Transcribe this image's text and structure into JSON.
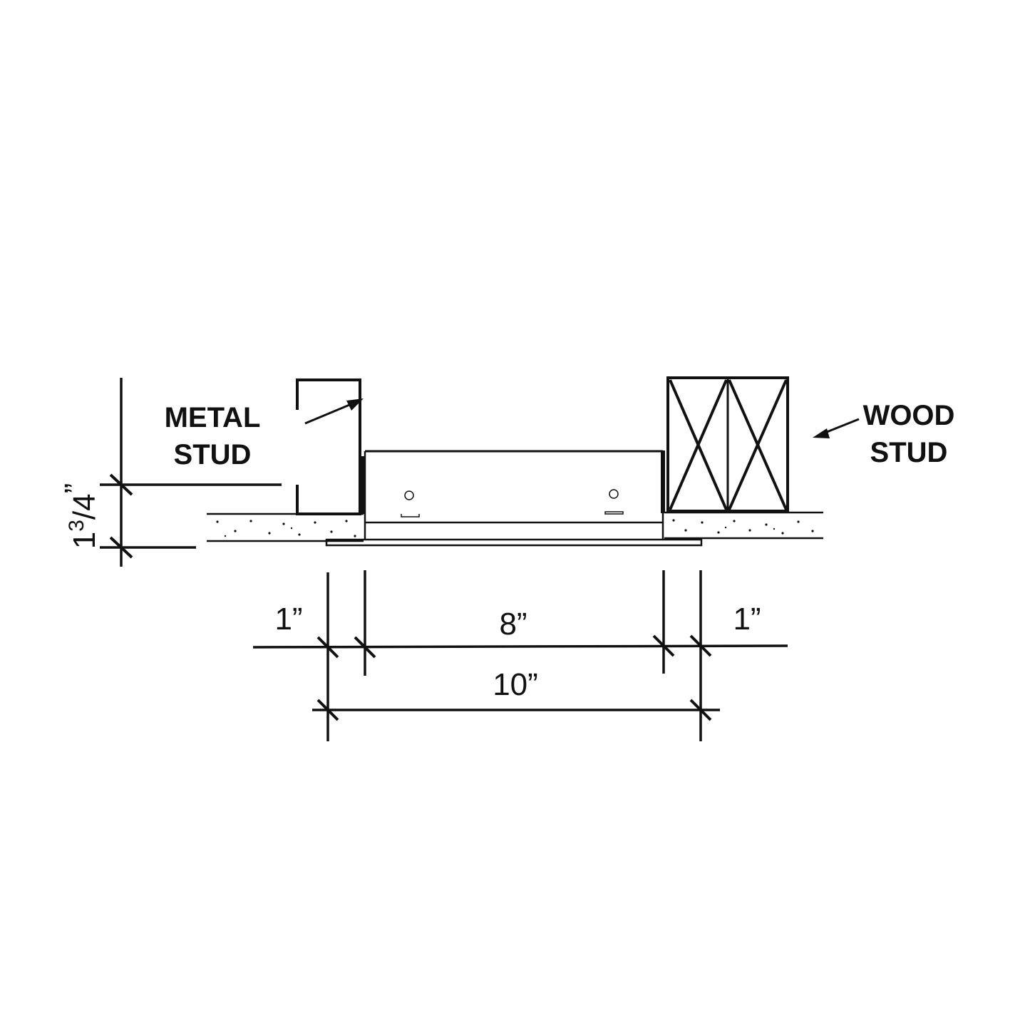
{
  "labels": {
    "metal_stud_line1": "METAL",
    "metal_stud_line2": "STUD",
    "wood_stud_line1": "WOOD",
    "wood_stud_line2": "STUD"
  },
  "dimensions": {
    "left_flange": "1”",
    "opening": "8”",
    "right_flange": "1”",
    "overall": "10”",
    "depth_whole": "1",
    "depth_num": "3",
    "depth_den": "4",
    "depth_unit": "”"
  },
  "colors": {
    "ink": "#111111",
    "paper": "#ffffff"
  }
}
